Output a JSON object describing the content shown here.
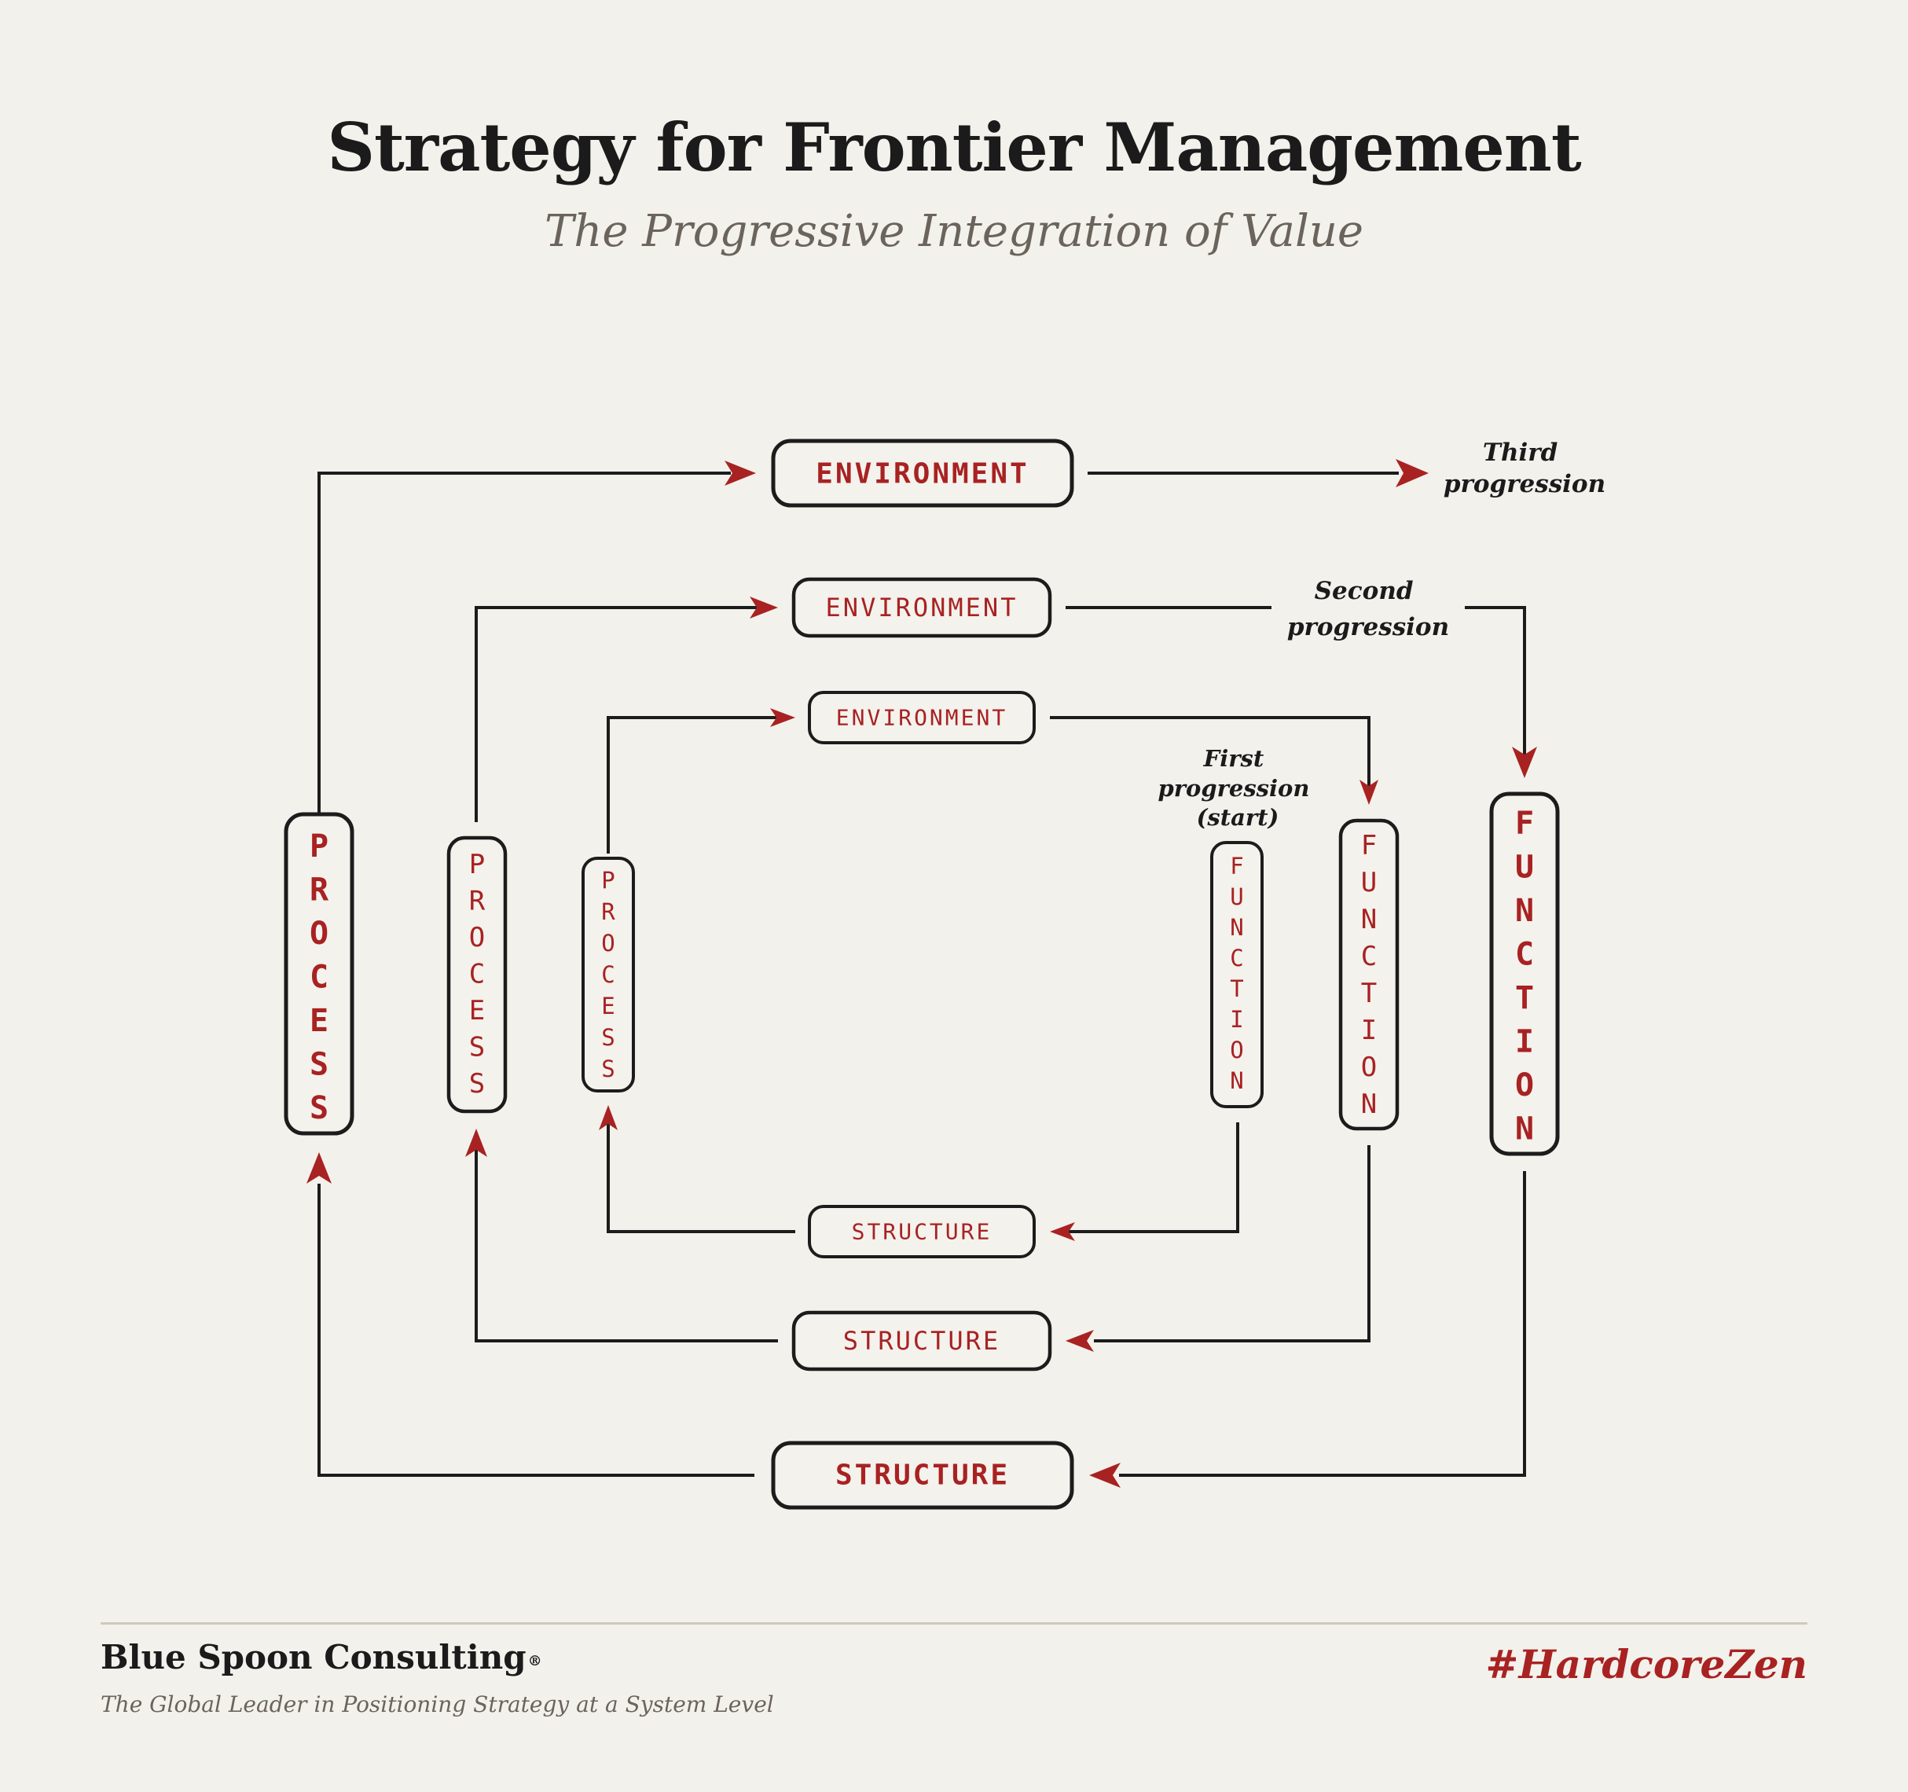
{
  "header": {
    "title": "Strategy for Frontier Management",
    "subtitle": "The Progressive Integration of Value"
  },
  "diagram": {
    "labels": {
      "environment": "ENVIRONMENT",
      "structure": "STRUCTURE",
      "process": "PROCESS",
      "function": "FUNCTION"
    },
    "annotations": {
      "third": [
        "Third",
        "progression"
      ],
      "second": [
        "Second",
        "progression"
      ],
      "first": [
        "First",
        "progression",
        "(start)"
      ]
    },
    "colors": {
      "accent": "#a82222",
      "ink": "#1c1c1c",
      "background": "#f3f1ec"
    }
  },
  "footer": {
    "brand": "Blue Spoon Consulting",
    "brand_mark": "®",
    "tagline": "The Global Leader in Positioning Strategy at a System Level",
    "hashtag": "#HardcoreZen"
  }
}
